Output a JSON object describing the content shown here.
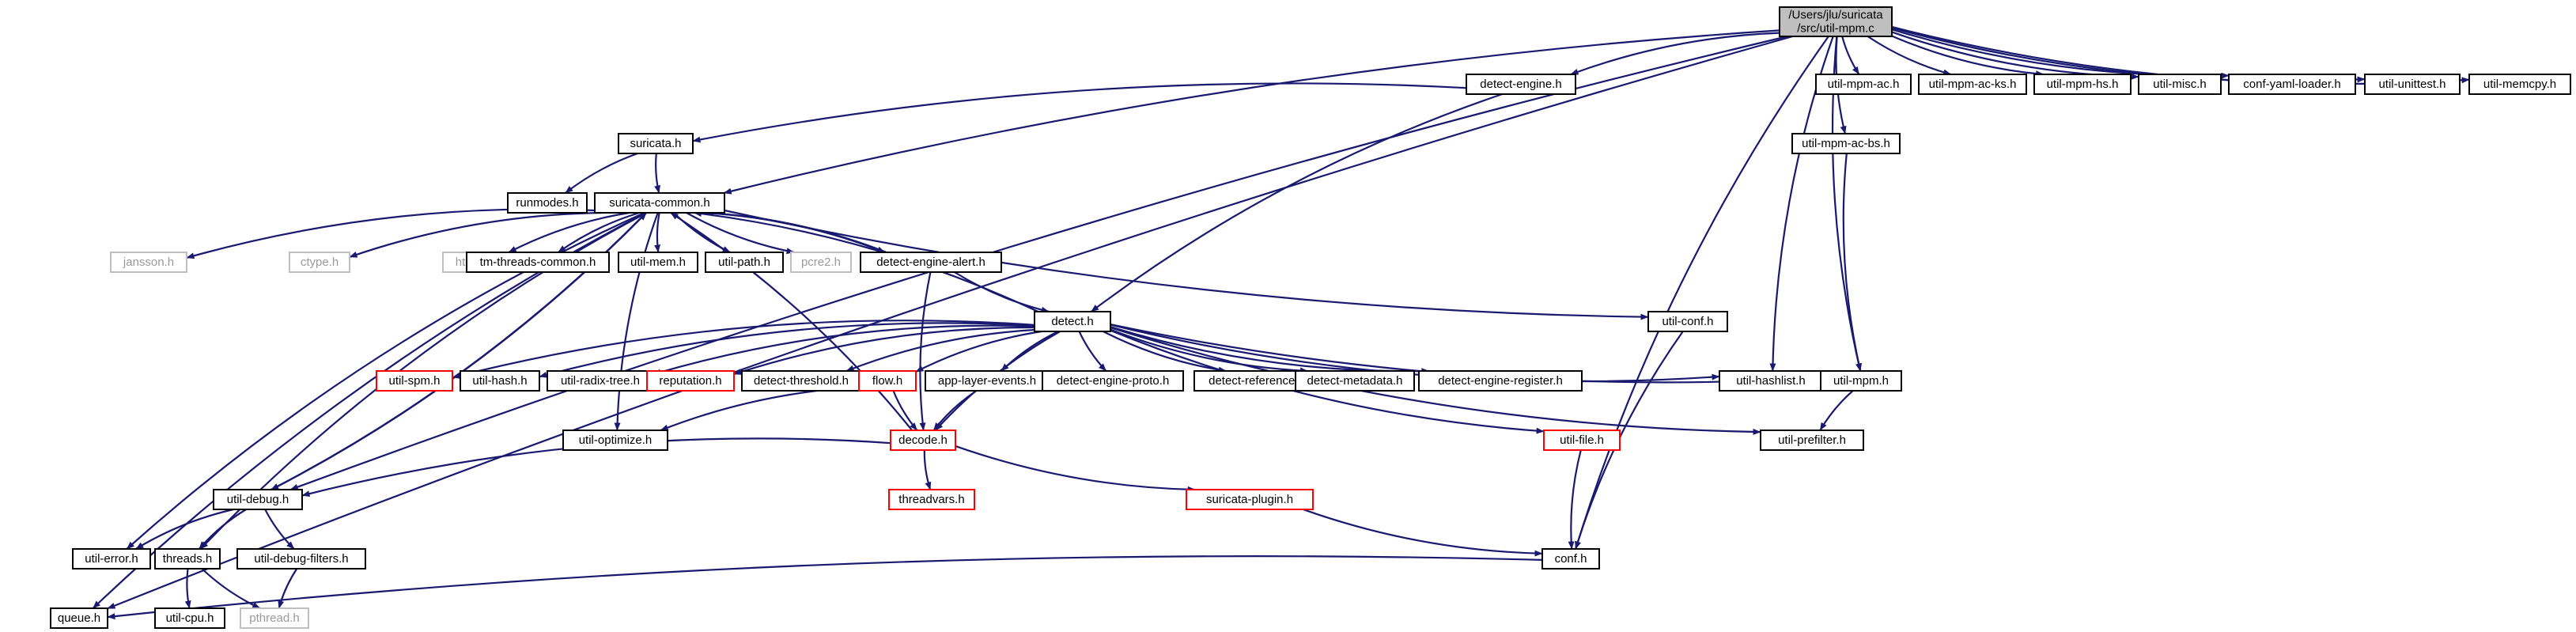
{
  "colors": {
    "edge": "#191970",
    "root_fill": "#bfbfbf",
    "node_border": "#000000",
    "truncated_border": "#ff0000",
    "external_border": "#bfbfbf",
    "external_text": "#9a9a9a",
    "text": "#000000"
  },
  "root": {
    "line1": "/Users/jlu/suricata",
    "line2": "/src/util-mpm.c"
  },
  "nodes": [
    {
      "id": "detect-engine",
      "label": "detect-engine.h",
      "kind": "normal"
    },
    {
      "id": "util-mpm-ac",
      "label": "util-mpm-ac.h",
      "kind": "normal"
    },
    {
      "id": "util-mpm-ac-ks",
      "label": "util-mpm-ac-ks.h",
      "kind": "normal"
    },
    {
      "id": "util-mpm-hs",
      "label": "util-mpm-hs.h",
      "kind": "normal"
    },
    {
      "id": "util-misc",
      "label": "util-misc.h",
      "kind": "normal"
    },
    {
      "id": "conf-yaml-loader",
      "label": "conf-yaml-loader.h",
      "kind": "normal"
    },
    {
      "id": "util-unittest",
      "label": "util-unittest.h",
      "kind": "normal"
    },
    {
      "id": "util-memcpy",
      "label": "util-memcpy.h",
      "kind": "normal"
    },
    {
      "id": "suricata",
      "label": "suricata.h",
      "kind": "normal"
    },
    {
      "id": "util-mpm-ac-bs",
      "label": "util-mpm-ac-bs.h",
      "kind": "normal"
    },
    {
      "id": "runmodes",
      "label": "runmodes.h",
      "kind": "normal"
    },
    {
      "id": "suricata-common",
      "label": "suricata-common.h",
      "kind": "normal"
    },
    {
      "id": "jansson",
      "label": "jansson.h",
      "kind": "external"
    },
    {
      "id": "ctype",
      "label": "ctype.h",
      "kind": "external"
    },
    {
      "id": "htp",
      "label": "htp/htp.h",
      "kind": "external"
    },
    {
      "id": "tm-threads-common",
      "label": "tm-threads-common.h",
      "kind": "normal"
    },
    {
      "id": "util-mem",
      "label": "util-mem.h",
      "kind": "normal"
    },
    {
      "id": "util-path",
      "label": "util-path.h",
      "kind": "normal"
    },
    {
      "id": "pcre2",
      "label": "pcre2.h",
      "kind": "external"
    },
    {
      "id": "detect-engine-alert",
      "label": "detect-engine-alert.h",
      "kind": "normal"
    },
    {
      "id": "util-conf",
      "label": "util-conf.h",
      "kind": "normal"
    },
    {
      "id": "detect",
      "label": "detect.h",
      "kind": "normal"
    },
    {
      "id": "util-spm",
      "label": "util-spm.h",
      "kind": "truncated"
    },
    {
      "id": "util-hash",
      "label": "util-hash.h",
      "kind": "normal"
    },
    {
      "id": "util-radix-tree",
      "label": "util-radix-tree.h",
      "kind": "normal"
    },
    {
      "id": "reputation",
      "label": "reputation.h",
      "kind": "truncated"
    },
    {
      "id": "detect-threshold",
      "label": "detect-threshold.h",
      "kind": "normal"
    },
    {
      "id": "flow",
      "label": "flow.h",
      "kind": "truncated"
    },
    {
      "id": "app-layer-events",
      "label": "app-layer-events.h",
      "kind": "normal"
    },
    {
      "id": "detect-engine-proto",
      "label": "detect-engine-proto.h",
      "kind": "normal"
    },
    {
      "id": "detect-reference",
      "label": "detect-reference.h",
      "kind": "normal"
    },
    {
      "id": "detect-metadata",
      "label": "detect-metadata.h",
      "kind": "normal"
    },
    {
      "id": "detect-engine-register",
      "label": "detect-engine-register.h",
      "kind": "normal"
    },
    {
      "id": "util-hashlist",
      "label": "util-hashlist.h",
      "kind": "normal"
    },
    {
      "id": "util-mpm",
      "label": "util-mpm.h",
      "kind": "normal"
    },
    {
      "id": "util-optimize",
      "label": "util-optimize.h",
      "kind": "normal"
    },
    {
      "id": "decode",
      "label": "decode.h",
      "kind": "truncated"
    },
    {
      "id": "util-file",
      "label": "util-file.h",
      "kind": "truncated"
    },
    {
      "id": "util-prefilter",
      "label": "util-prefilter.h",
      "kind": "normal"
    },
    {
      "id": "util-debug",
      "label": "util-debug.h",
      "kind": "normal"
    },
    {
      "id": "threadvars",
      "label": "threadvars.h",
      "kind": "truncated"
    },
    {
      "id": "suricata-plugin",
      "label": "suricata-plugin.h",
      "kind": "truncated"
    },
    {
      "id": "util-error",
      "label": "util-error.h",
      "kind": "normal"
    },
    {
      "id": "threads",
      "label": "threads.h",
      "kind": "normal"
    },
    {
      "id": "util-debug-filters",
      "label": "util-debug-filters.h",
      "kind": "normal"
    },
    {
      "id": "conf",
      "label": "conf.h",
      "kind": "normal"
    },
    {
      "id": "queue",
      "label": "queue.h",
      "kind": "normal"
    },
    {
      "id": "util-cpu",
      "label": "util-cpu.h",
      "kind": "normal"
    },
    {
      "id": "pthread",
      "label": "pthread.h",
      "kind": "external"
    }
  ],
  "edges": [
    [
      "root",
      "detect-engine"
    ],
    [
      "root",
      "suricata-common"
    ],
    [
      "root",
      "util-debug"
    ],
    [
      "root",
      "queue"
    ],
    [
      "root",
      "util-mpm-ac"
    ],
    [
      "root",
      "util-mpm-ac-ks"
    ],
    [
      "root",
      "util-mpm-hs"
    ],
    [
      "root",
      "util-misc"
    ],
    [
      "root",
      "conf-yaml-loader"
    ],
    [
      "root",
      "util-unittest"
    ],
    [
      "root",
      "util-memcpy"
    ],
    [
      "root",
      "util-mpm-ac-bs"
    ],
    [
      "root",
      "util-hashlist"
    ],
    [
      "root",
      "util-mpm"
    ],
    [
      "root",
      "conf"
    ],
    [
      "detect-engine",
      "suricata"
    ],
    [
      "detect-engine",
      "detect"
    ],
    [
      "suricata",
      "runmodes"
    ],
    [
      "suricata",
      "suricata-common"
    ],
    [
      "suricata-common",
      "jansson"
    ],
    [
      "suricata-common",
      "ctype"
    ],
    [
      "suricata-common",
      "htp"
    ],
    [
      "suricata-common",
      "tm-threads-common"
    ],
    [
      "suricata-common",
      "util-mem"
    ],
    [
      "suricata-common",
      "util-path"
    ],
    [
      "suricata-common",
      "pcre2"
    ],
    [
      "suricata-common",
      "detect-engine-alert"
    ],
    [
      "suricata-common",
      "util-conf"
    ],
    [
      "suricata-common",
      "util-debug"
    ],
    [
      "suricata-common",
      "util-error"
    ],
    [
      "suricata-common",
      "threads"
    ],
    [
      "suricata-common",
      "util-optimize"
    ],
    [
      "suricata-common",
      "queue"
    ],
    [
      "detect-engine-alert",
      "suricata-common"
    ],
    [
      "detect-engine-alert",
      "detect"
    ],
    [
      "detect-engine-alert",
      "decode"
    ],
    [
      "detect",
      "suricata-common"
    ],
    [
      "detect",
      "util-spm"
    ],
    [
      "detect",
      "util-hash"
    ],
    [
      "detect",
      "util-radix-tree"
    ],
    [
      "detect",
      "reputation"
    ],
    [
      "detect",
      "detect-threshold"
    ],
    [
      "detect",
      "flow"
    ],
    [
      "detect",
      "app-layer-events"
    ],
    [
      "detect",
      "detect-engine-proto"
    ],
    [
      "detect",
      "detect-reference"
    ],
    [
      "detect",
      "detect-metadata"
    ],
    [
      "detect",
      "detect-engine-register"
    ],
    [
      "detect",
      "util-hashlist"
    ],
    [
      "detect",
      "util-mpm"
    ],
    [
      "detect",
      "util-prefilter"
    ],
    [
      "detect",
      "util-file"
    ],
    [
      "detect",
      "decode"
    ],
    [
      "util-debug",
      "suricata-common"
    ],
    [
      "util-debug",
      "util-error"
    ],
    [
      "util-debug",
      "threads"
    ],
    [
      "util-debug",
      "util-debug-filters"
    ],
    [
      "flow",
      "decode"
    ],
    [
      "flow",
      "util-optimize"
    ],
    [
      "app-layer-events",
      "decode"
    ],
    [
      "decode",
      "util-debug"
    ],
    [
      "decode",
      "threadvars"
    ],
    [
      "decode",
      "suricata-plugin"
    ],
    [
      "decode",
      "suricata-common"
    ],
    [
      "util-conf",
      "conf"
    ],
    [
      "util-file",
      "conf"
    ],
    [
      "suricata-plugin",
      "conf"
    ],
    [
      "util-mpm-ac-bs",
      "util-mpm"
    ],
    [
      "util-mpm",
      "util-prefilter"
    ],
    [
      "threads",
      "util-cpu"
    ],
    [
      "threads",
      "pthread"
    ],
    [
      "util-debug-filters",
      "pthread"
    ],
    [
      "conf",
      "queue"
    ]
  ]
}
